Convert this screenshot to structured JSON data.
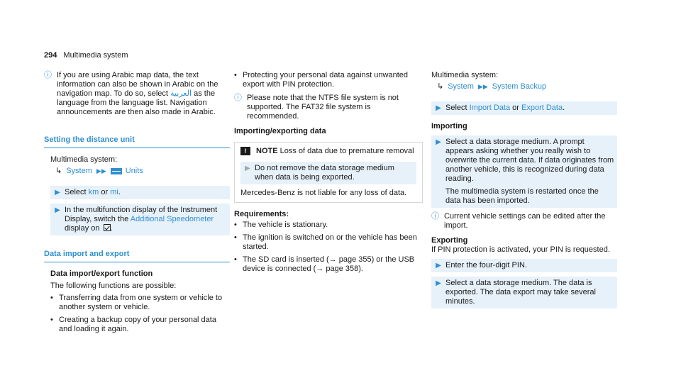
{
  "header": {
    "page_number": "294",
    "title": "Multimedia system"
  },
  "col1": {
    "arabic_note": {
      "pre": "If you are using Arabic map data, the text information can also be shown in Arabic on the navigation map. To do so, select ",
      "link": "العربية",
      "post": " as the language from the language list. Navigation announcements are then also made in Arabic."
    },
    "distance": {
      "title": "Setting the distance unit",
      "system_label": "Multimedia system:",
      "path": [
        "System",
        "Units"
      ],
      "step1": {
        "pre": "Select ",
        "km": "km",
        "or": " or ",
        "mi": "mi",
        "post": "."
      },
      "step2": {
        "pre": "In the multifunction display of the Instrument Display, switch the ",
        "link": "Additional Speedometer",
        "post": " display on"
      }
    },
    "data_section": {
      "title": "Data import and export",
      "subhead": "Data import/export function",
      "intro": "The following functions are possible:",
      "bullets": [
        "Transferring data from one system or vehicle to another system or vehicle.",
        "Creating a backup copy of your personal data and loading it again."
      ]
    }
  },
  "col2": {
    "bullet_protect": "Protecting your personal data against unwanted export with PIN protection.",
    "ntfs_note": "Please note that the NTFS file system is not supported. The FAT32 file system is recommended.",
    "importing_exporting": "Importing/exporting data",
    "notebox": {
      "label": "NOTE",
      "head": "Loss of data due to premature removal",
      "step": "Do not remove the data storage medium when data is being exported.",
      "liability": "Mercedes-Benz is not liable for any loss of data."
    },
    "requirements": {
      "title": "Requirements:",
      "items": [
        "The vehicle is stationary.",
        "The ignition is switched on or the vehicle has been started.",
        "The SD card is inserted (→ page 355) or the USB device is connected (→ page 358)."
      ]
    }
  },
  "col3": {
    "system_label": "Multimedia system:",
    "path": [
      "System",
      "System Backup"
    ],
    "select_step": {
      "pre": "Select ",
      "import": "Import Data",
      "or": " or ",
      "export": "Export Data",
      "post": "."
    },
    "importing": {
      "title": "Importing",
      "step_a": "Select a data storage medium. A prompt appears asking whether you really wish to overwrite the current data. If data originates from another vehicle, this is recognized during data reading.",
      "step_b": "The multimedia system is restarted once the data has been imported.",
      "note": "Current vehicle settings can be edited after the import."
    },
    "exporting": {
      "title": "Exporting",
      "text": "If PIN protection is activated, your PIN is requested.",
      "step1": "Enter the four-digit PIN.",
      "step2": "Select a data storage medium. The data is exported. The data export may take several minutes."
    }
  }
}
